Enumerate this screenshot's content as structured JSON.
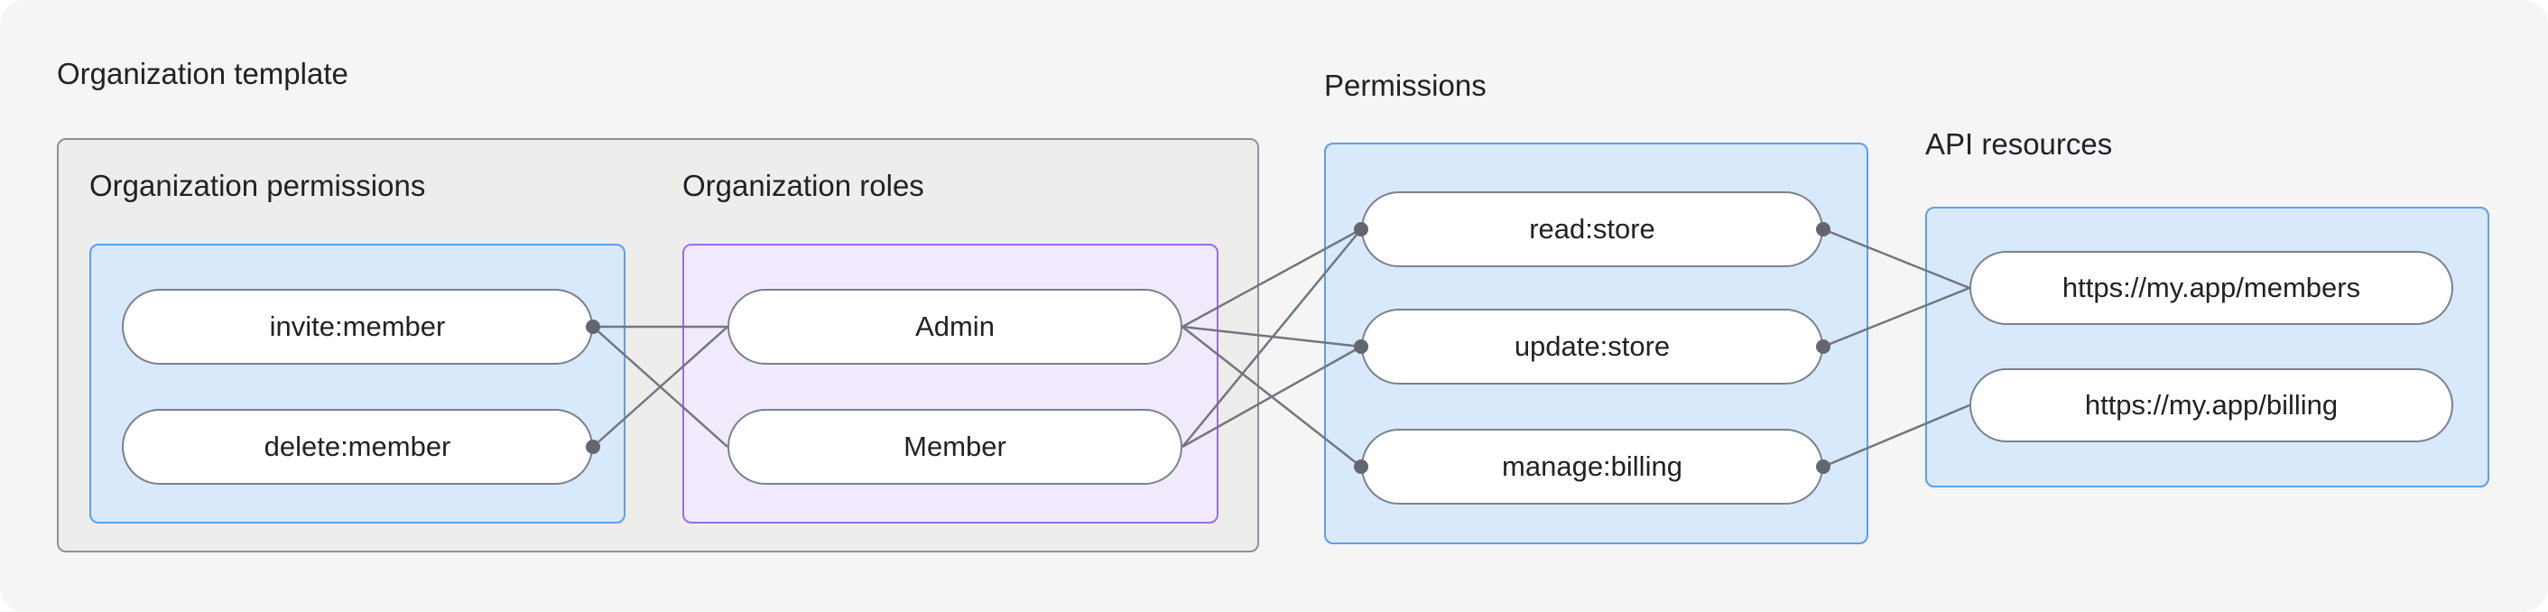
{
  "colors": {
    "background": "#f4f5f4",
    "gray_box_fill": "#ededec",
    "gray_box_border": "#8e9196",
    "blue_box_fill": "#d9e9fc",
    "blue_box_border": "#5f9ded",
    "purple_box_fill": "#f1eafc",
    "purple_box_border": "#9c6ce8",
    "pill_fill": "#ffffff",
    "pill_border": "#7a818b",
    "edge_color": "#72777f",
    "dot_color": "#62676f",
    "text_color": "#212126"
  },
  "diagram": {
    "organization_template": {
      "label": "Organization template",
      "organization_permissions": {
        "heading": "Organization permissions",
        "nodes": [
          {
            "id": "invite",
            "label": "invite:member"
          },
          {
            "id": "delete",
            "label": "delete:member"
          }
        ]
      },
      "organization_roles": {
        "heading": "Organization roles",
        "nodes": [
          {
            "id": "admin",
            "label": "Admin"
          },
          {
            "id": "member",
            "label": "Member"
          }
        ]
      }
    },
    "permissions": {
      "heading": "Permissions",
      "nodes": [
        {
          "id": "read",
          "label": "read:store"
        },
        {
          "id": "update",
          "label": "update:store"
        },
        {
          "id": "manage",
          "label": "manage:billing"
        }
      ]
    },
    "api_resources": {
      "heading": "API resources",
      "nodes": [
        {
          "id": "members",
          "label": "https://my.app/members"
        },
        {
          "id": "billing",
          "label": "https://my.app/billing"
        }
      ]
    },
    "edges": [
      {
        "from": "invite",
        "to": "admin"
      },
      {
        "from": "invite",
        "to": "member"
      },
      {
        "from": "delete",
        "to": "admin"
      },
      {
        "from": "admin",
        "to": "read"
      },
      {
        "from": "admin",
        "to": "update"
      },
      {
        "from": "admin",
        "to": "manage"
      },
      {
        "from": "member",
        "to": "read"
      },
      {
        "from": "member",
        "to": "update"
      },
      {
        "from": "read",
        "to": "members"
      },
      {
        "from": "update",
        "to": "members"
      },
      {
        "from": "manage",
        "to": "billing"
      }
    ],
    "dots": [
      {
        "node": "invite",
        "side": "right"
      },
      {
        "node": "delete",
        "side": "right"
      },
      {
        "node": "read",
        "side": "left"
      },
      {
        "node": "update",
        "side": "left"
      },
      {
        "node": "manage",
        "side": "left"
      },
      {
        "node": "read",
        "side": "right"
      },
      {
        "node": "update",
        "side": "right"
      },
      {
        "node": "manage",
        "side": "right"
      }
    ]
  }
}
